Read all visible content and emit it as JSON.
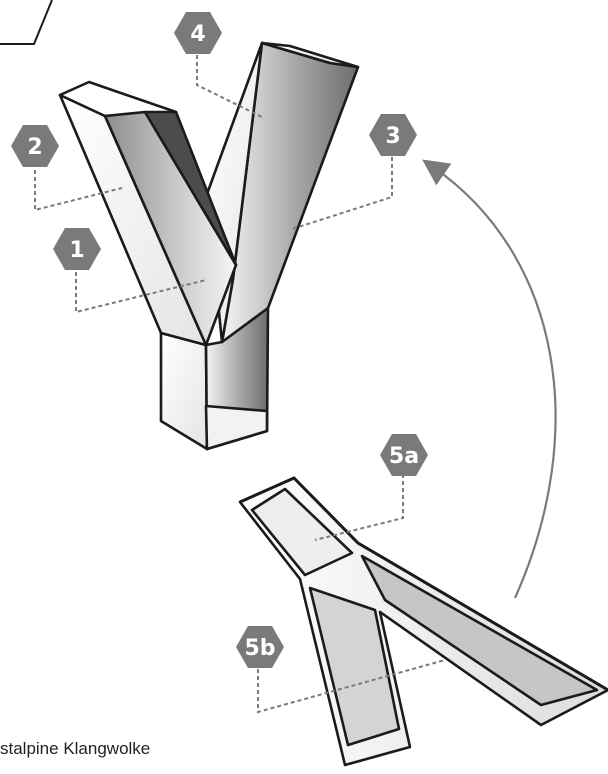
{
  "callouts": [
    {
      "label": "1",
      "color": "#7a7a7a"
    },
    {
      "label": "2",
      "color": "#7a7a7a"
    },
    {
      "label": "3",
      "color": "#7a7a7a"
    },
    {
      "label": "4",
      "color": "#7a7a7a"
    },
    {
      "label": "5a",
      "color": "#7a7a7a"
    },
    {
      "label": "5b",
      "color": "#7a7a7a"
    }
  ],
  "caption": "stalpine Klangwolke"
}
